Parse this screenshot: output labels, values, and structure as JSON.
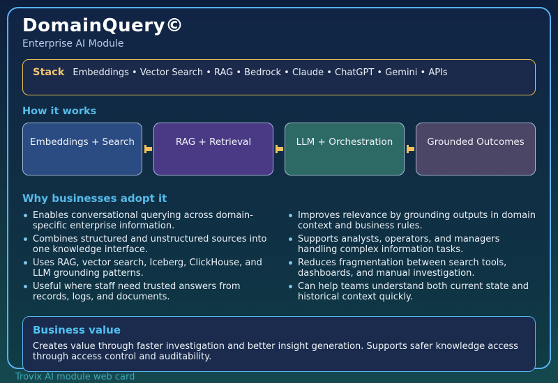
{
  "header": {
    "title": "DomainQuery©",
    "subtitle": "Enterprise AI Module"
  },
  "stack": {
    "label": "Stack",
    "items_text": "Embeddings • Vector Search • RAG • Bedrock • Claude • ChatGPT • Gemini • APIs"
  },
  "how_it_works": {
    "heading": "How it works",
    "steps": [
      {
        "label": "Embeddings + Search",
        "color": "#2b4c82"
      },
      {
        "label": "RAG + Retrieval",
        "color": "#4a3a85"
      },
      {
        "label": "LLM + Orchestration",
        "color": "#2d6a66"
      },
      {
        "label": "Grounded Outcomes",
        "color": "#4b4566"
      }
    ],
    "arrow_color": "#f0c060"
  },
  "adoption": {
    "heading": "Why businesses adopt it",
    "left": [
      "Enables conversational querying across domain-specific enterprise information.",
      "Combines structured and unstructured sources into one knowledge interface.",
      "Uses RAG, vector search, Iceberg, ClickHouse, and LLM grounding patterns.",
      "Useful where staff need trusted answers from records, logs, and documents."
    ],
    "right": [
      "Improves relevance by grounding outputs in domain context and business rules.",
      "Supports analysts, operators, and managers handling complex information tasks.",
      "Reduces fragmentation between search tools, dashboards, and manual investigation.",
      "Can help teams understand both current state and historical context quickly."
    ]
  },
  "business_value": {
    "heading": "Business value",
    "text": "Creates value through faster investigation and better insight generation. Supports safer knowledge access through access control and auditability."
  },
  "footer": {
    "caption": "Trovix AI module web card"
  },
  "colors": {
    "card_border": "#5ab2f0",
    "stack_border": "#e8c050",
    "stack_label": "#f0c674",
    "heading_accent": "#55bbe8",
    "bullet_dot": "#7fc4e8",
    "card_bg_top": "#112445",
    "card_bg_bottom": "#0f3d45"
  }
}
